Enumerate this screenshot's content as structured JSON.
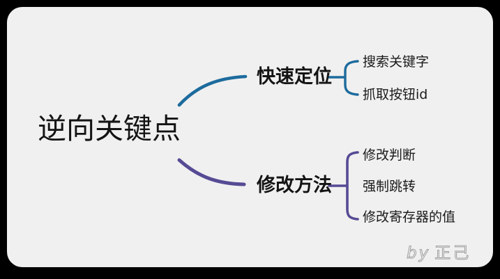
{
  "canvas": {
    "background_color": "#f0f0f0",
    "frame_color": "#000000",
    "branch_blue": "#1c6b9d",
    "branch_purple": "#554b94"
  },
  "mindmap": {
    "root": {
      "label": "逆向关键点"
    },
    "branches": [
      {
        "label": "快速定位",
        "color": "#1c6b9d",
        "children": [
          {
            "label": "搜索关键字"
          },
          {
            "label": "抓取按钮id"
          }
        ]
      },
      {
        "label": "修改方法",
        "color": "#554b94",
        "children": [
          {
            "label": "修改判断"
          },
          {
            "label": "强制跳转"
          },
          {
            "label": "修改寄存器的值"
          }
        ]
      }
    ]
  },
  "watermark": {
    "prefix": "by",
    "name": "正己"
  }
}
